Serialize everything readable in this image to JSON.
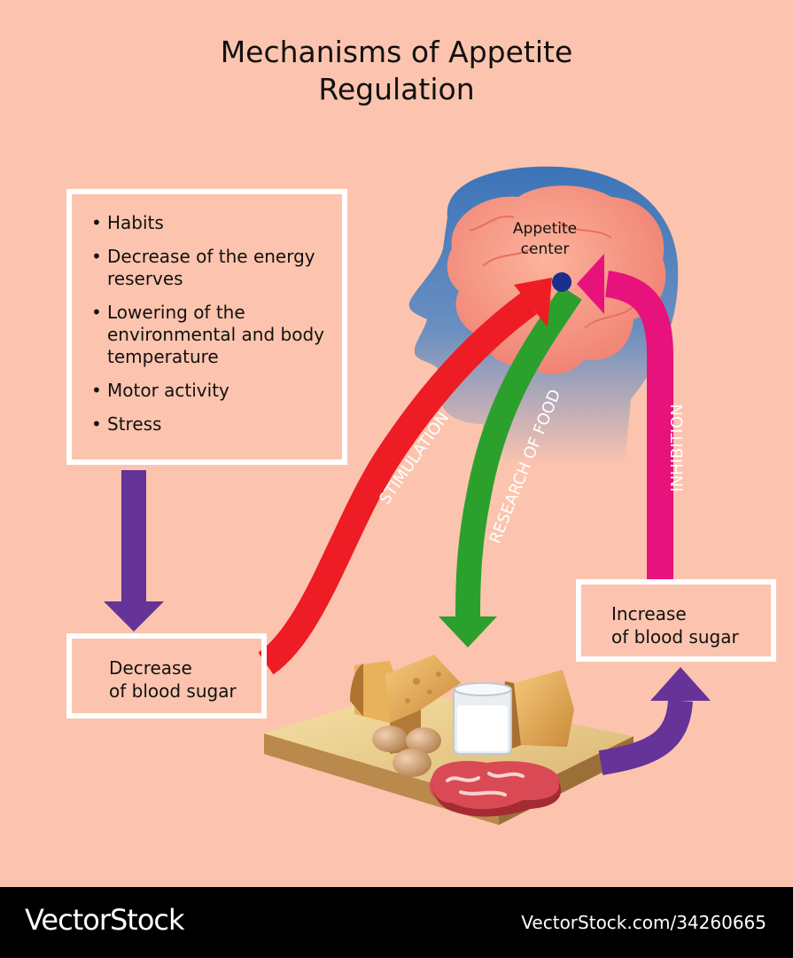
{
  "title": {
    "line1": "Mechanisms of Appetite",
    "line2": "Regulation"
  },
  "factors": [
    "Habits",
    "Decrease of the energy reserves",
    "Lowering of the environmental and body temperature",
    "Motor activity",
    "Stress"
  ],
  "appetite_center": {
    "line1": "Appetite",
    "line2": "center"
  },
  "decrease_box": {
    "line1": "Decrease",
    "line2": "of blood sugar"
  },
  "increase_box": {
    "line1": "Increase",
    "line2": "of blood sugar"
  },
  "arrows": {
    "stimulation": "STIMULATION",
    "research": "RESEARCH OF FOOD",
    "inhibition": "INHIBITION"
  },
  "colors": {
    "background": "#fcc4ae",
    "stimulation": "#ee1c24",
    "research": "#2ca02c",
    "inhibition": "#e8127c",
    "flow": "#663399",
    "center_dot": "#1a2f8c"
  },
  "footer": {
    "brand": "VectorStock",
    "stock_id": "VectorStock.com/34260665"
  }
}
